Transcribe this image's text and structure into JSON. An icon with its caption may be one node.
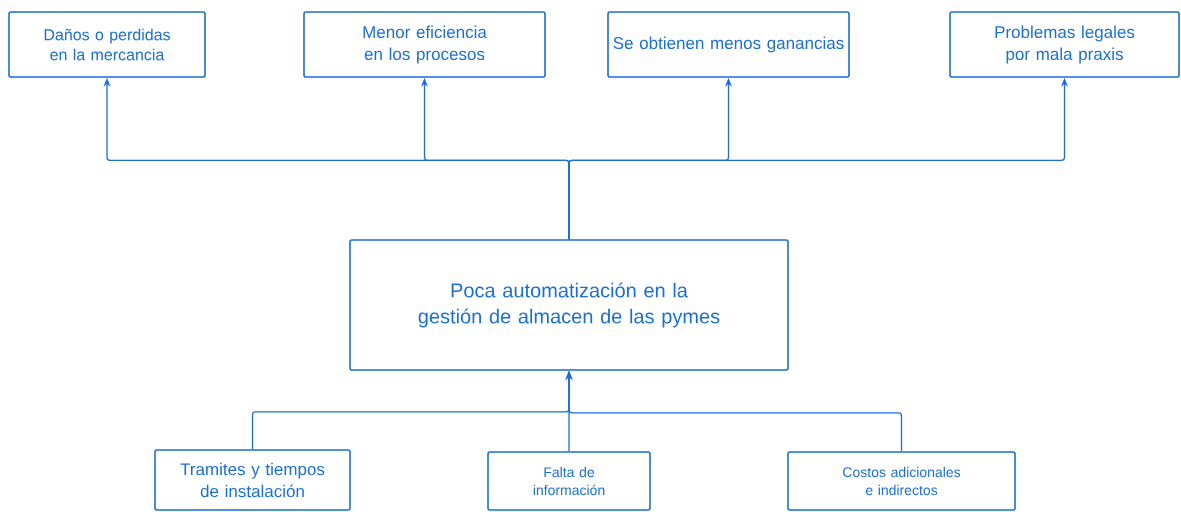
{
  "diagram": {
    "nodes": [
      {
        "text": [
          "Daños o perdidas en la mercancia"
        ]
      },
      {
        "text": [
          "Menor eficiencia en los procesos"
        ]
      },
      {
        "text": [
          "Se obtienen menos ganancias"
        ]
      },
      {
        "text": [
          "Problemas legales por mala praxis"
        ]
      },
      {
        "text": [
          "Poca automatización en la gestión de almacen de las pymes"
        ]
      },
      {
        "text": [
          "Tramites y tiempos de instalación"
        ]
      },
      {
        "text": [
          "Falta de información"
        ]
      },
      {
        "text": [
          "Costos adicionales e indirectos"
        ]
      }
    ],
    "edges": [
      {
        "from": 4,
        "to": 0,
        "arrow": "to"
      },
      {
        "from": 4,
        "to": 1,
        "arrow": "to"
      },
      {
        "from": 4,
        "to": 2,
        "arrow": "to"
      },
      {
        "from": 4,
        "to": 3,
        "arrow": "to"
      },
      {
        "from": 5,
        "to": 4,
        "arrow": "to"
      },
      {
        "from": 6,
        "to": 4,
        "arrow": "to"
      },
      {
        "from": 7,
        "to": 4,
        "arrow": "to"
      }
    ]
  }
}
